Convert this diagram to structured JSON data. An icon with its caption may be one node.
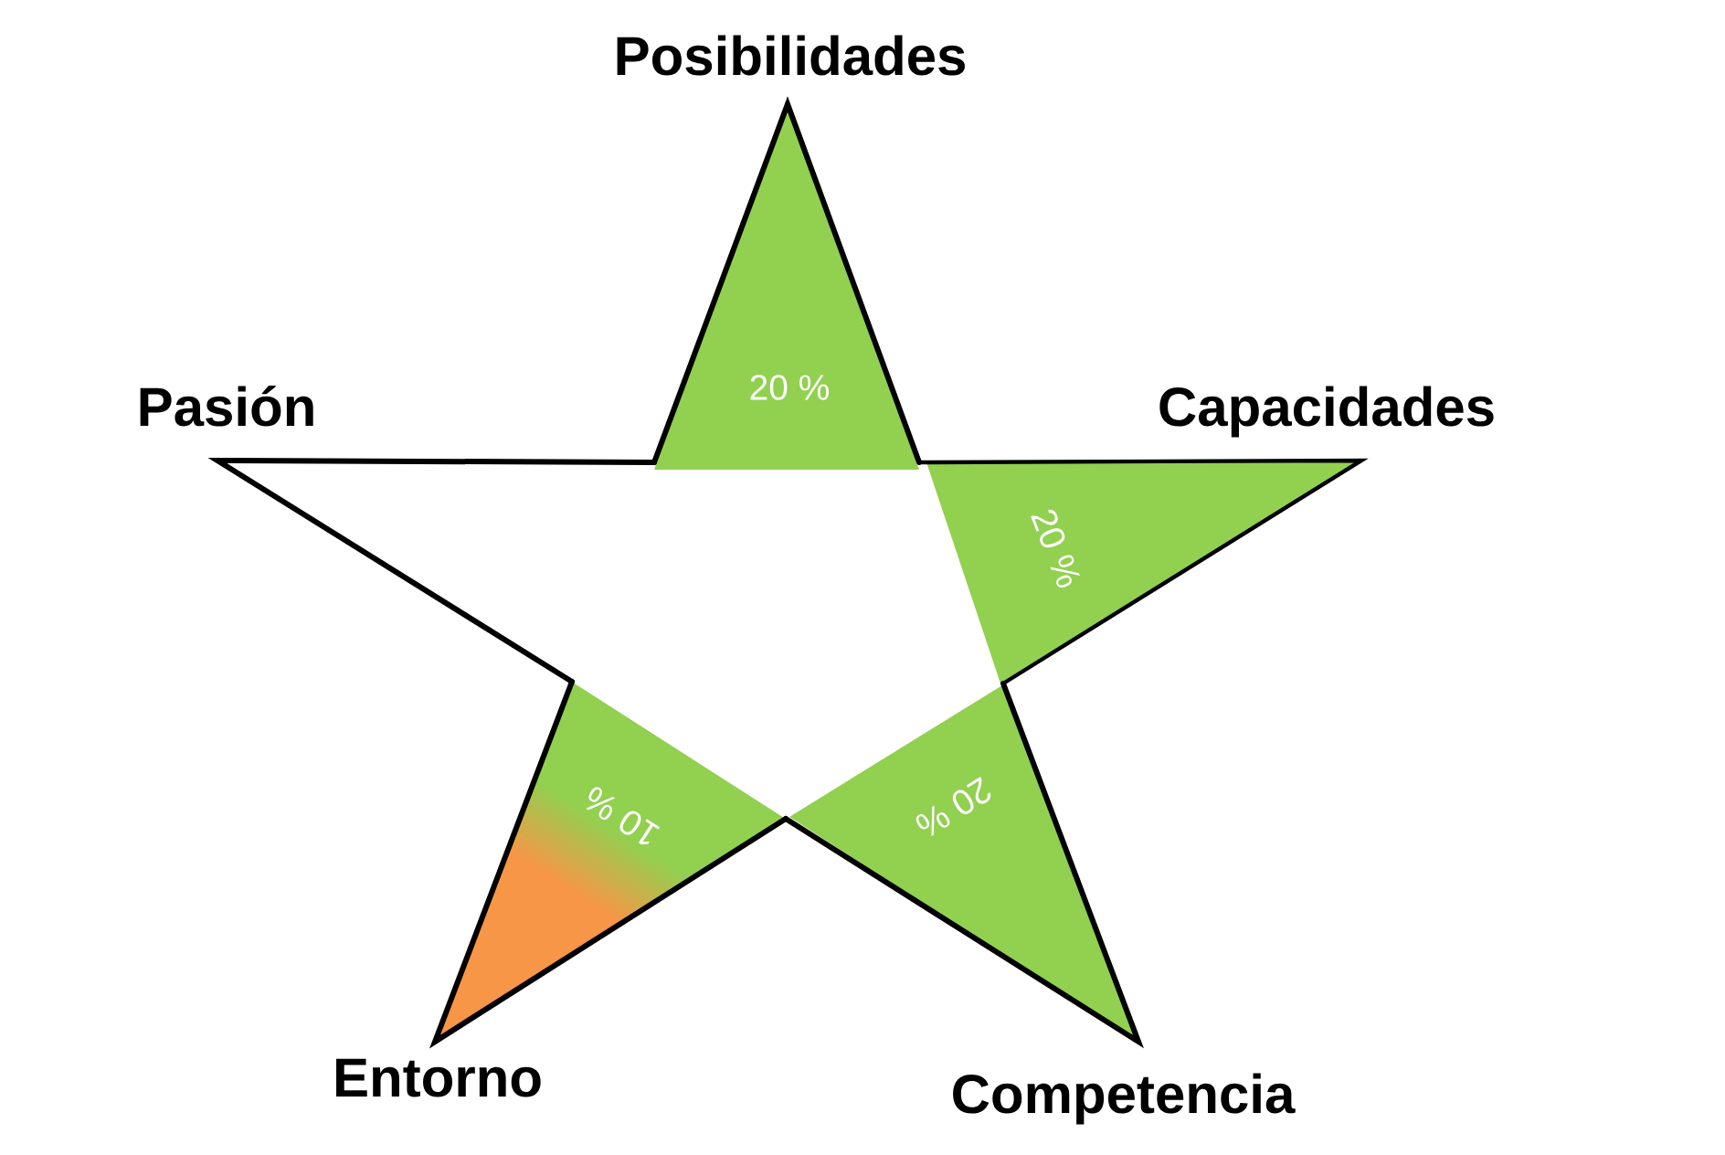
{
  "diagram": {
    "nodes": [
      {
        "text": [
          "Posibilidades",
          "20 %"
        ]
      },
      {
        "text": [
          "Pasión"
        ]
      },
      {
        "text": [
          "Capacidades",
          "20 %"
        ]
      },
      {
        "text": [
          "Entorno",
          "10 %"
        ]
      },
      {
        "text": [
          "Competencia",
          "20 %"
        ]
      }
    ]
  }
}
